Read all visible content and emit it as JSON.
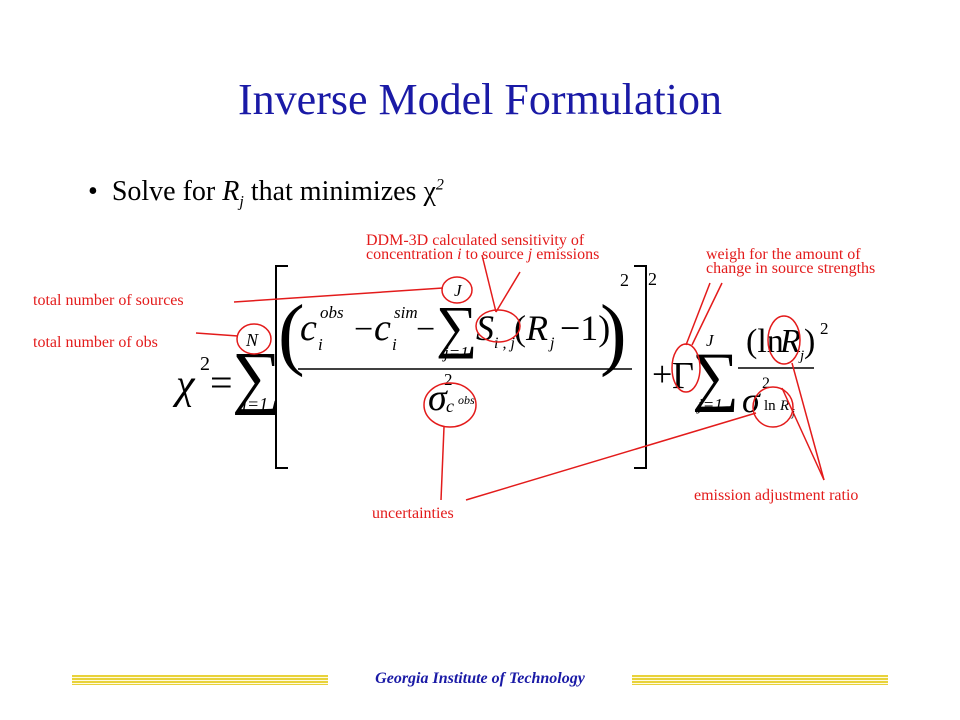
{
  "slide": {
    "title": "Inverse Model Formulation",
    "bullet": {
      "marker": "•",
      "text_before": "Solve for ",
      "var": "R",
      "var_sub": "j",
      "text_after": " that minimizes ",
      "chi": "χ",
      "chi_sup": "2"
    },
    "footer": "Georgia Institute of Technology"
  },
  "annotations": {
    "ddm_line1": "DDM-3D calculated sensitivity of",
    "ddm_line2_a": "concentration ",
    "ddm_line2_i": "i",
    "ddm_line2_b": " to source ",
    "ddm_line2_j": "j",
    "ddm_line2_c": " emissions",
    "weigh_line1": "weigh for the amount of",
    "weigh_line2": "change in source strengths",
    "total_sources": "total number of sources",
    "total_obs": "total number of obs",
    "uncertainties": "uncertainties",
    "emission_ratio": "emission adjustment ratio"
  },
  "equation": {
    "chi": "χ",
    "sq": "2",
    "eq": "=",
    "sum": "∑",
    "N": "N",
    "i1": "i=1",
    "J": "J",
    "j1": "j=1",
    "c": "c",
    "obs": "obs",
    "sim": "sim",
    "minus": "−",
    "S": "S",
    "ij": "i , j",
    "R": "R",
    "jsub": "j",
    "minus_one": "−1)",
    "open_paren": "(",
    "sigma": "σ",
    "plus": "+",
    "Gamma": "Γ",
    "ln_open": "(ln",
    "close_paren": ")",
    "ln": "ln"
  },
  "colors": {
    "title": "#1a1aa6",
    "annotation": "#e31b1b",
    "footer_rule": "#e8d23a"
  }
}
